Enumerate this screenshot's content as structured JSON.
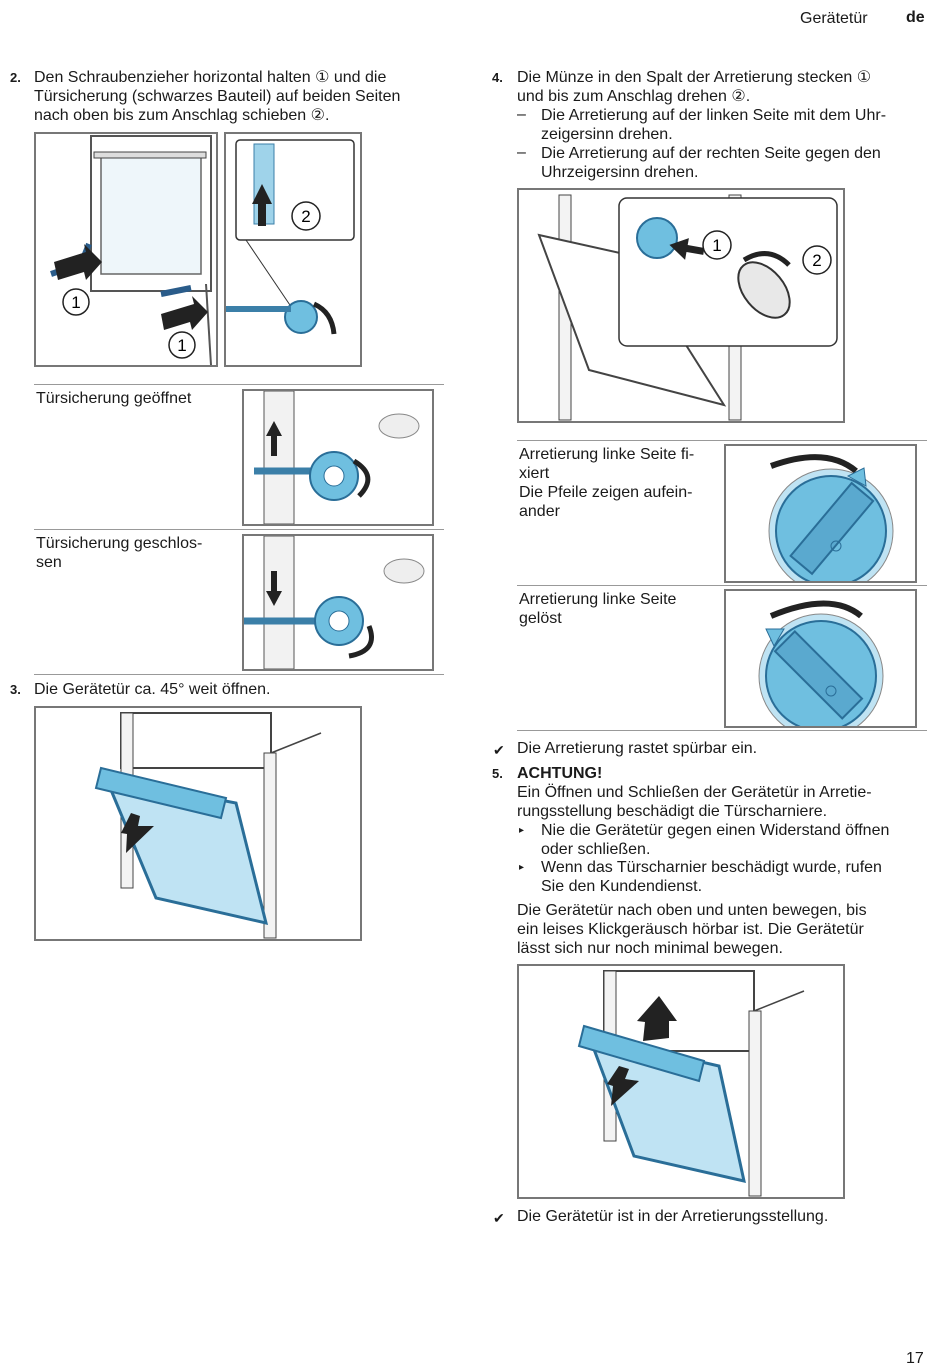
{
  "header": {
    "section": "Gerätetür",
    "lang": "de"
  },
  "page_number": "17",
  "step2": {
    "num": "2.",
    "lines": [
      "Den Schraubenzieher horizontal halten ① und die",
      "Türsicherung (schwarzes Bauteil) auf beiden Seiten",
      "nach oben bis zum Anschlag schieben ②."
    ],
    "callout1": "1",
    "callout2": "2"
  },
  "table_left": {
    "row1": [
      "Türsicherung geöffnet"
    ],
    "row2": [
      "Türsicherung geschlos-",
      "sen"
    ]
  },
  "step3": {
    "num": "3.",
    "text": "Die Gerätetür ca. 45° weit öffnen."
  },
  "step4": {
    "num": "4.",
    "lines": [
      "Die Münze in den Spalt der Arretierung stecken ①",
      "und bis zum Anschlag drehen ②."
    ],
    "dash_mark": "–",
    "sub1": [
      "Die Arretierung auf der linken Seite mit dem Uhr-",
      "zeigersinn drehen."
    ],
    "sub2": [
      "Die Arretierung auf der rechten Seite gegen den",
      "Uhrzeigersinn drehen."
    ],
    "callout1": "1",
    "callout2": "2"
  },
  "table_right": {
    "row1": [
      "Arretierung linke Seite fi-",
      "xiert",
      "Die Pfeile zeigen aufein-",
      "ander"
    ],
    "row2": [
      "Arretierung linke Seite",
      "gelöst"
    ]
  },
  "result1": {
    "mark": "✔",
    "text": "Die Arretierung rastet spürbar ein."
  },
  "step5": {
    "num": "5.",
    "title": "ACHTUNG!",
    "warn": [
      "Ein Öffnen und Schließen der Gerätetür in Arretie-",
      "rungsstellung beschädigt die Türscharniere."
    ],
    "bullet_mark": "▸",
    "b1": [
      "Nie die Gerätetür gegen einen Widerstand öffnen",
      "oder schließen."
    ],
    "b2": [
      "Wenn das Türscharnier beschädigt wurde, rufen",
      "Sie den Kundendienst."
    ],
    "para": [
      "Die Gerätetür nach oben und unten bewegen, bis",
      "ein leises Klickgeräusch hörbar ist. Die Gerätetür",
      "lässt sich nur noch minimal bewegen."
    ]
  },
  "result2": {
    "mark": "✔",
    "text": "Die Gerätetür ist in der Arretierungsstellung."
  }
}
